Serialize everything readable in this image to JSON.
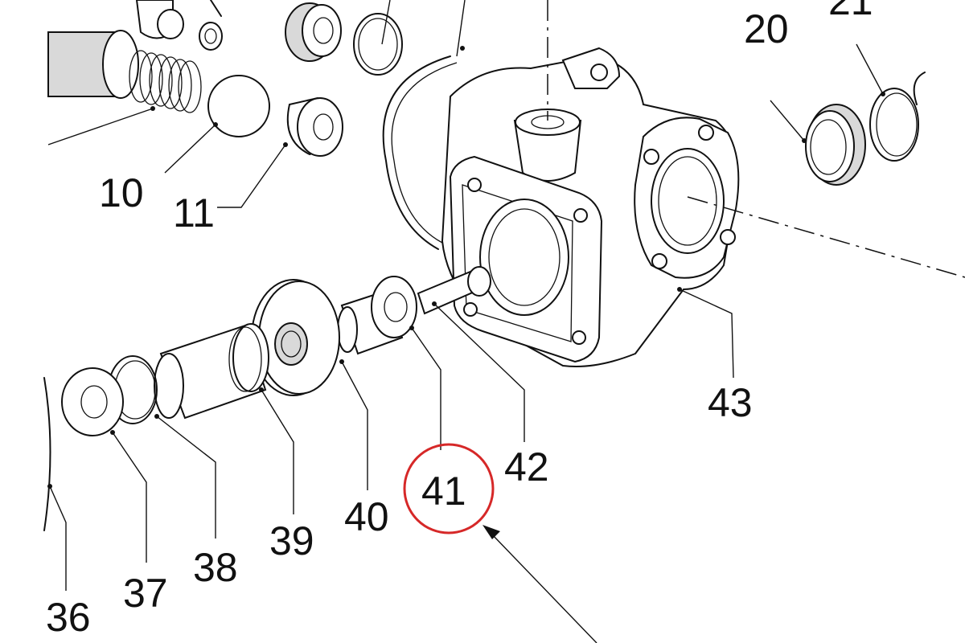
{
  "diagram": {
    "part_labels": [
      {
        "id": "p10",
        "text": "10"
      },
      {
        "id": "p11",
        "text": "11"
      },
      {
        "id": "p20",
        "text": "20"
      },
      {
        "id": "p21",
        "text": "21"
      },
      {
        "id": "p36",
        "text": "36"
      },
      {
        "id": "p37",
        "text": "37"
      },
      {
        "id": "p38",
        "text": "38"
      },
      {
        "id": "p39",
        "text": "39"
      },
      {
        "id": "p40",
        "text": "40"
      },
      {
        "id": "p41",
        "text": "41"
      },
      {
        "id": "p42",
        "text": "42"
      },
      {
        "id": "p43",
        "text": "43"
      }
    ],
    "highlight": {
      "part": "41",
      "color": "#d62828"
    }
  }
}
